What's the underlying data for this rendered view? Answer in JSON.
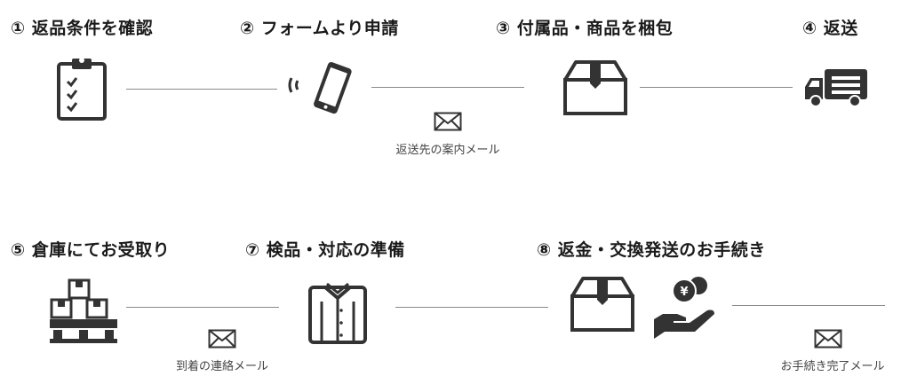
{
  "steps": [
    {
      "label": "① 返品条件を確認"
    },
    {
      "label": "② フォームより申請"
    },
    {
      "label": "③ 付属品・商品を梱包"
    },
    {
      "label": "④ 返送"
    },
    {
      "label": "⑤ 倉庫にてお受取り"
    },
    {
      "label": "⑦ 検品・対応の準備"
    },
    {
      "label": "⑧ 返金・交換発送のお手続き"
    }
  ],
  "notes": {
    "return_address_mail": "返送先の案内メール",
    "arrival_mail": "到着の連絡メール",
    "completion_mail": "お手続き完了メール"
  },
  "icons": [
    "clipboard-icon",
    "smartphone-icon",
    "box-icon",
    "truck-icon",
    "warehouse-boxes-icon",
    "shirt-icon",
    "box-icon",
    "yen-hand-icon",
    "mail-icon"
  ],
  "colors": {
    "icon": "#333333",
    "line": "#8a8a8a",
    "text": "#1a1a1a"
  }
}
